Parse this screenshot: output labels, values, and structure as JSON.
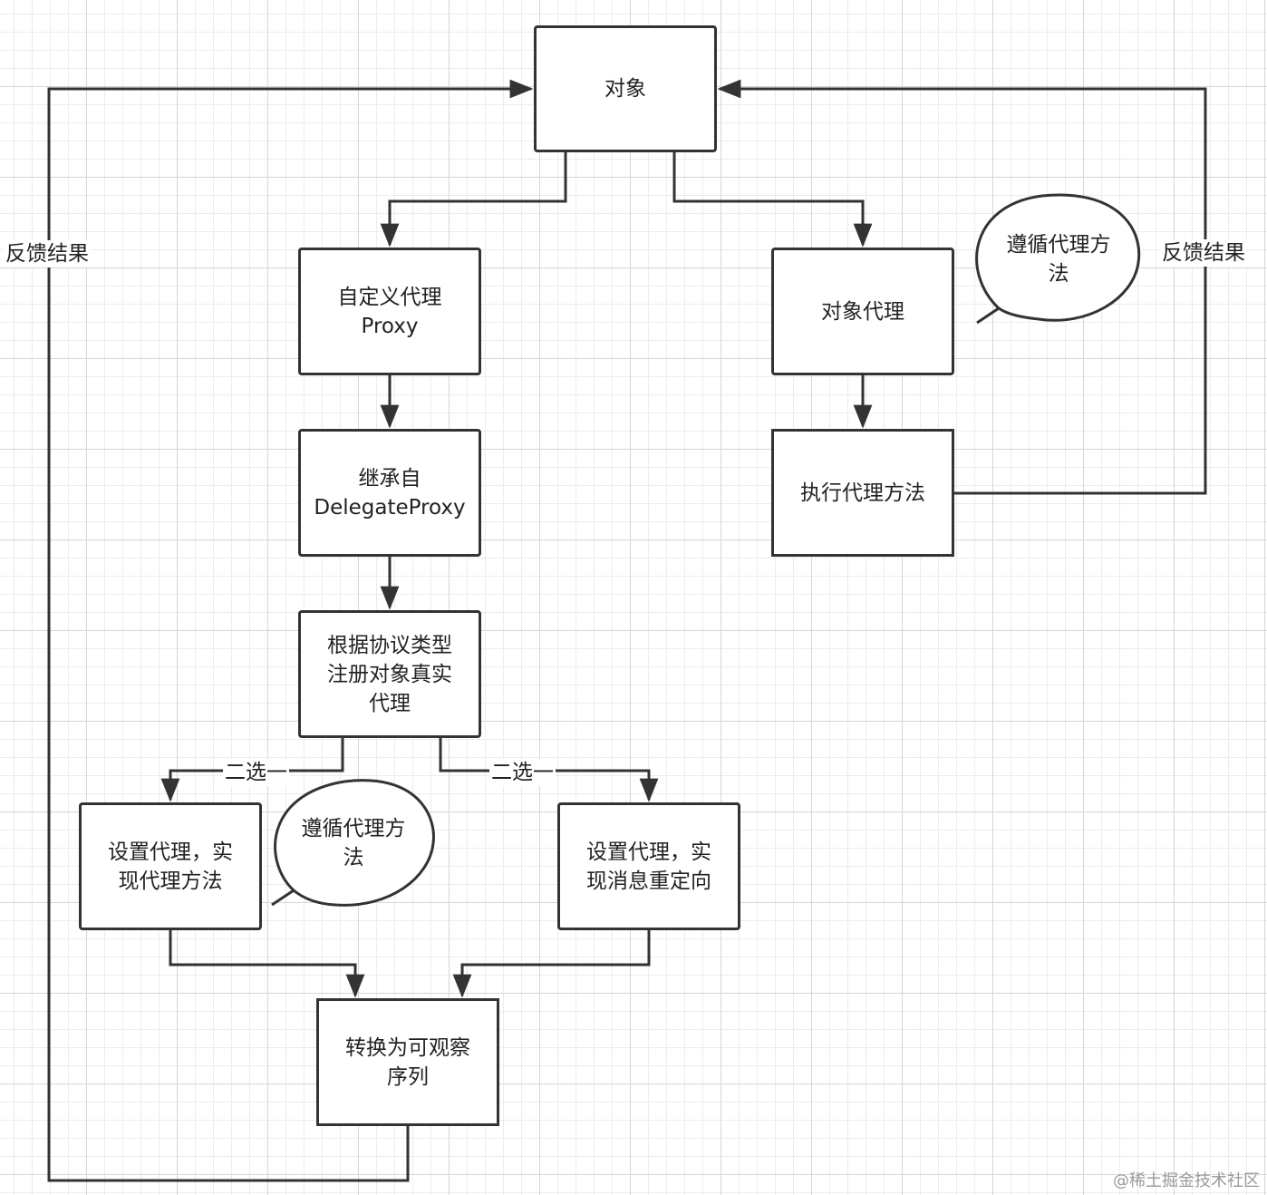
{
  "nodes": {
    "object": "对象",
    "custom_proxy": "自定义代理\nProxy",
    "inherit": "继承自\nDelegateProxy",
    "register": "根据协议类型\n注册对象真实\n代理",
    "set_delegate_impl": "设置代理，实\n现代理方法",
    "set_delegate_redirect": "设置代理，实\n现消息重定向",
    "convert": "转换为可观察\n序列",
    "object_delegate": "对象代理",
    "execute": "执行代理方法"
  },
  "bubbles": {
    "top_right": "遵循代理方\n法",
    "bottom_left": "遵循代理方\n法"
  },
  "edge_labels": {
    "feedback_left": "反馈结果",
    "feedback_right": "反馈结果",
    "choose_left": "二选一",
    "choose_right": "二选一"
  },
  "watermark": "@稀土掘金技术社区"
}
